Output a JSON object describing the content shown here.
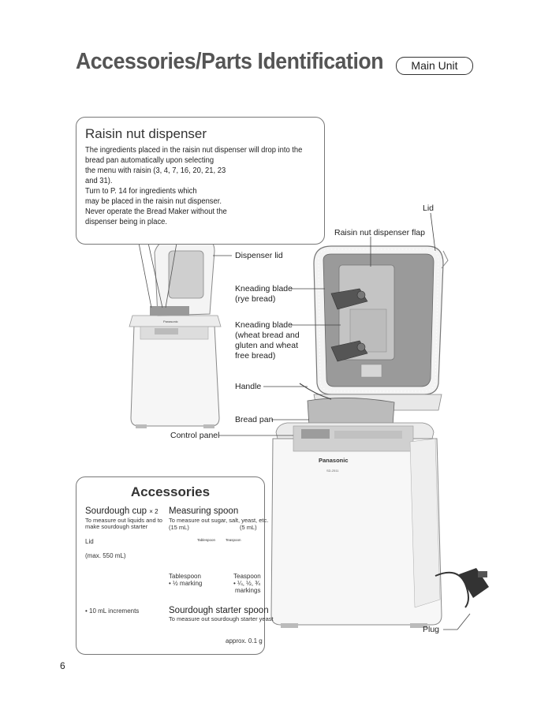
{
  "page": {
    "title": "Accessories/Parts Identification",
    "tag": "Main Unit",
    "page_number": "6"
  },
  "raisin": {
    "title": "Raisin nut dispenser",
    "lines": [
      "The ingredients placed in the raisin nut dispenser will drop into the",
      "bread pan automatically upon selecting",
      "the menu with raisin (3, 4, 7, 16, 20, 21, 23",
      "and 31).",
      "Turn to P. 14 for ingredients which",
      "may be placed in the raisin nut dispenser.",
      "Never operate the Bread Maker without the",
      "dispenser being in place."
    ]
  },
  "labels": {
    "lid": "Lid",
    "raisin_flap": "Raisin nut dispenser flap",
    "dispenser_lid": "Dispenser lid",
    "blade_rye": [
      "Kneading blade",
      "(rye bread)"
    ],
    "blade_wheat": [
      "Kneading blade",
      "(wheat bread and",
      "gluten and wheat",
      "free bread)"
    ],
    "handle": "Handle",
    "bread_pan": "Bread pan",
    "control_panel": "Control panel",
    "plug": "Plug"
  },
  "brand": {
    "name": "Panasonic",
    "model": "SD-2511"
  },
  "accessories": {
    "title": "Accessories",
    "sourdough_cup": {
      "name": "Sourdough cup",
      "qty": "× 2",
      "desc": [
        "To measure out liquids and to",
        "make sourdough starter"
      ],
      "lid": "Lid",
      "max": "(max. 550 mL)",
      "increments": "• 10 mL increments"
    },
    "measuring_spoon": {
      "name": "Measuring spoon",
      "desc": "To measure out sugar, salt, yeast, etc.",
      "tbsp_ml": "(15 mL)",
      "tsp_ml": "(5 mL)",
      "tablespoon": [
        "Tablespoon",
        "• ½ marking"
      ],
      "teaspoon": [
        "Teaspoon",
        "• ¼, ½, ¾",
        "markings"
      ],
      "spoon_text_tbsp": "Tablespoon",
      "spoon_text_tsp": "Teaspoon"
    },
    "starter_spoon": {
      "name": "Sourdough starter spoon",
      "desc": "To measure out sourdough starter yeast",
      "approx": "approx. 0.1 g"
    }
  }
}
